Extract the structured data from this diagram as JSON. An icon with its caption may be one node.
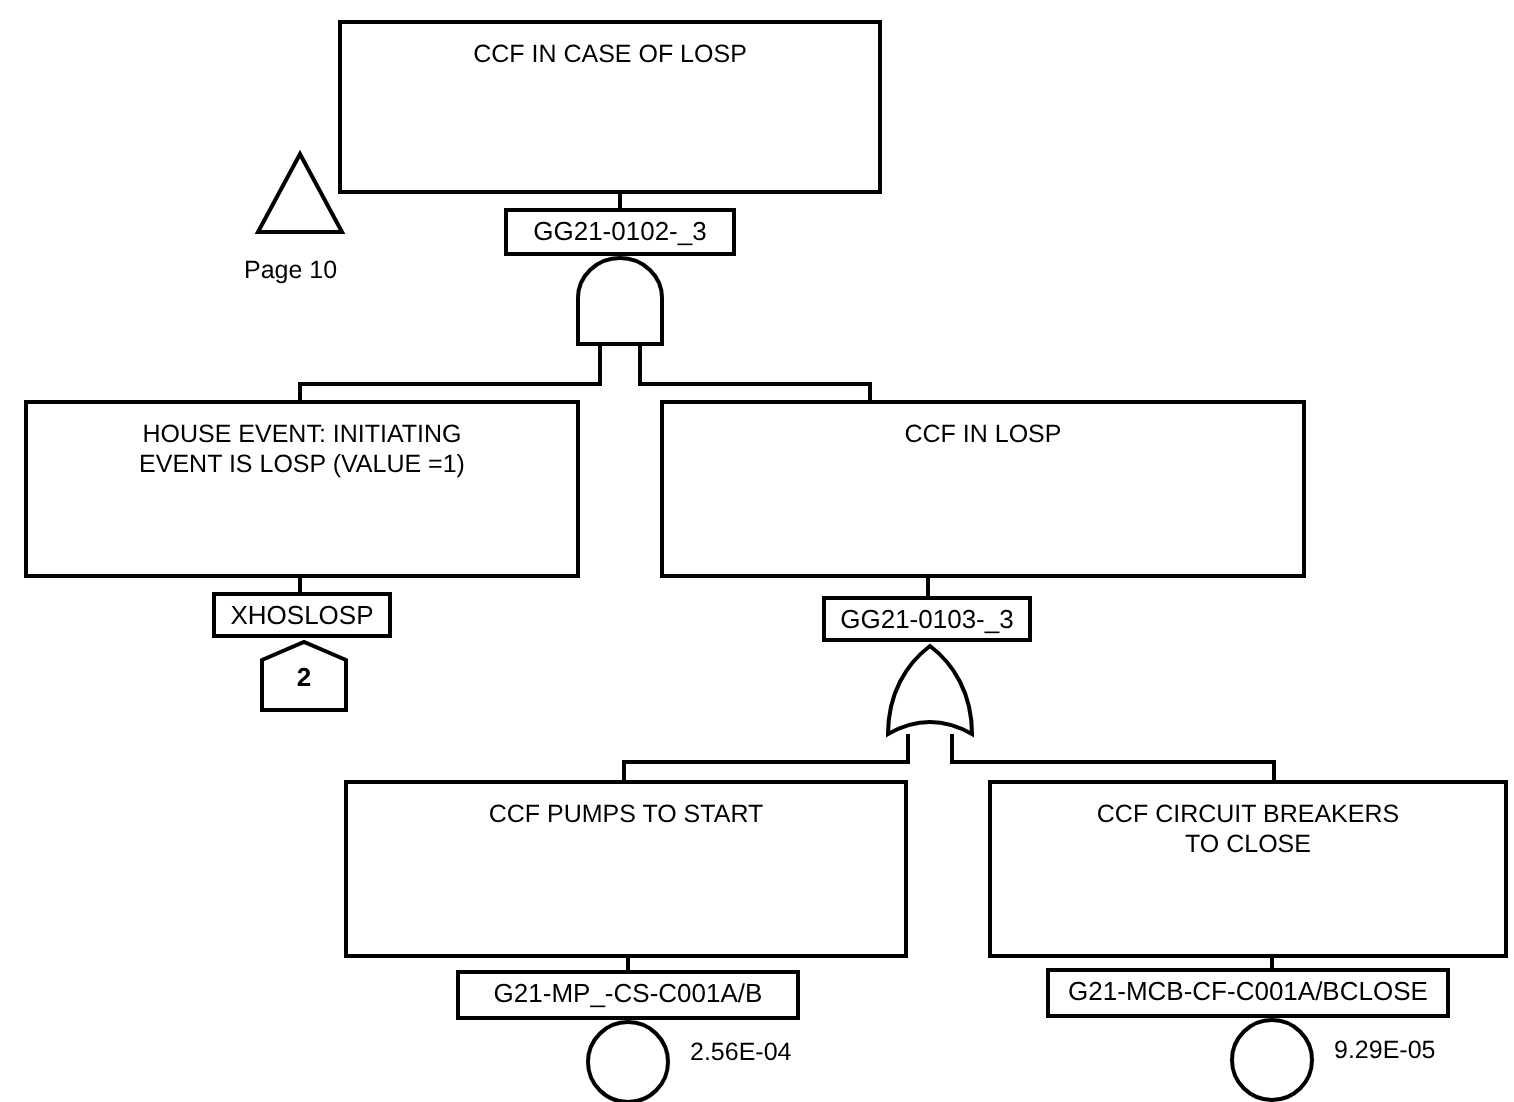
{
  "diagram": {
    "nodes": [
      {
        "text": [
          "CCF IN CASE OF LOSP"
        ]
      },
      {
        "text": [],
        "shape": "triangle",
        "beside": [
          "Page 10"
        ]
      },
      {
        "text": [
          "GG21-0102-_3"
        ]
      },
      {
        "text": [],
        "shape": "gate"
      },
      {
        "text": [
          "HOUSE EVENT: INITIATING EVENT IS LOSP (VALUE =1)"
        ]
      },
      {
        "text": [
          "CCF IN LOSP"
        ]
      },
      {
        "text": [
          "XHOSLOSP"
        ]
      },
      {
        "text": [
          "2"
        ]
      },
      {
        "text": [
          "GG21-0103-_3"
        ]
      },
      {
        "text": [],
        "shape": "gate"
      },
      {
        "text": [
          "CCF PUMPS TO START"
        ]
      },
      {
        "text": [
          "CCF CIRCUIT BREAKERS TO CLOSE"
        ]
      },
      {
        "text": [
          "G21-MP_-CS-C001A/B"
        ]
      },
      {
        "text": [
          "G21-MCB-CF-C001A/BCLOSE"
        ]
      },
      {
        "text": [],
        "shape": "circle",
        "beside": [
          "2.56E-04"
        ]
      },
      {
        "text": [],
        "shape": "circle",
        "beside": [
          "9.29E-05"
        ]
      }
    ],
    "edges": [
      {
        "from": 0,
        "to": 2,
        "arrow": "none"
      },
      {
        "from": 3,
        "to": 4,
        "arrow": "none"
      },
      {
        "from": 3,
        "to": 5,
        "arrow": "none"
      },
      {
        "from": 4,
        "to": 6,
        "arrow": "none"
      },
      {
        "from": 5,
        "to": 8,
        "arrow": "none"
      },
      {
        "from": 9,
        "to": 10,
        "arrow": "none"
      },
      {
        "from": 9,
        "to": 11,
        "arrow": "none"
      },
      {
        "from": 10,
        "to": 12,
        "arrow": "none"
      },
      {
        "from": 11,
        "to": 13,
        "arrow": "none"
      }
    ]
  }
}
